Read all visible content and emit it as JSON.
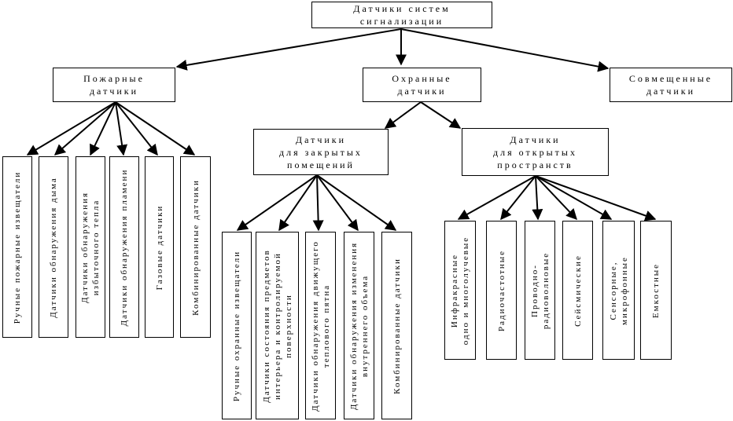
{
  "root": {
    "label": "Датчики систем сигнализации"
  },
  "fire": {
    "label": "Пожарные\nдатчики",
    "items": [
      "Ручные пожарные извещатели",
      "Датчики обнаружения дыма",
      "Датчики обнаружения\nизбыточного тепла",
      "Датчики обнаружения пламени",
      "Газовые датчики",
      "Комбинированные датчики"
    ]
  },
  "security": {
    "label": "Охранные\nдатчики"
  },
  "combined": {
    "label": "Совмещенные\nдатчики"
  },
  "closed": {
    "label": "Датчики\nдля закрытых\nпомещений",
    "items": [
      "Ручные охранные извещатели",
      "Датчики состояния предметов\nинтерьера и контролируемой\nповерхности",
      "Датчики обнаружения движущего\nтеплового пятна",
      "Датчики обнаружения изменения\nвнутреннего объема",
      "Комбинированные датчики"
    ]
  },
  "open": {
    "label": "Датчики\nдля открытых\nпространств",
    "items": [
      "Инфракрасные\nодно и многолучевые",
      "Радиочастотные",
      "Проводно-\nрадиоволновые",
      "Сейсмические",
      "Сенсорные,\nмикрофонные",
      "Емкостные"
    ]
  }
}
